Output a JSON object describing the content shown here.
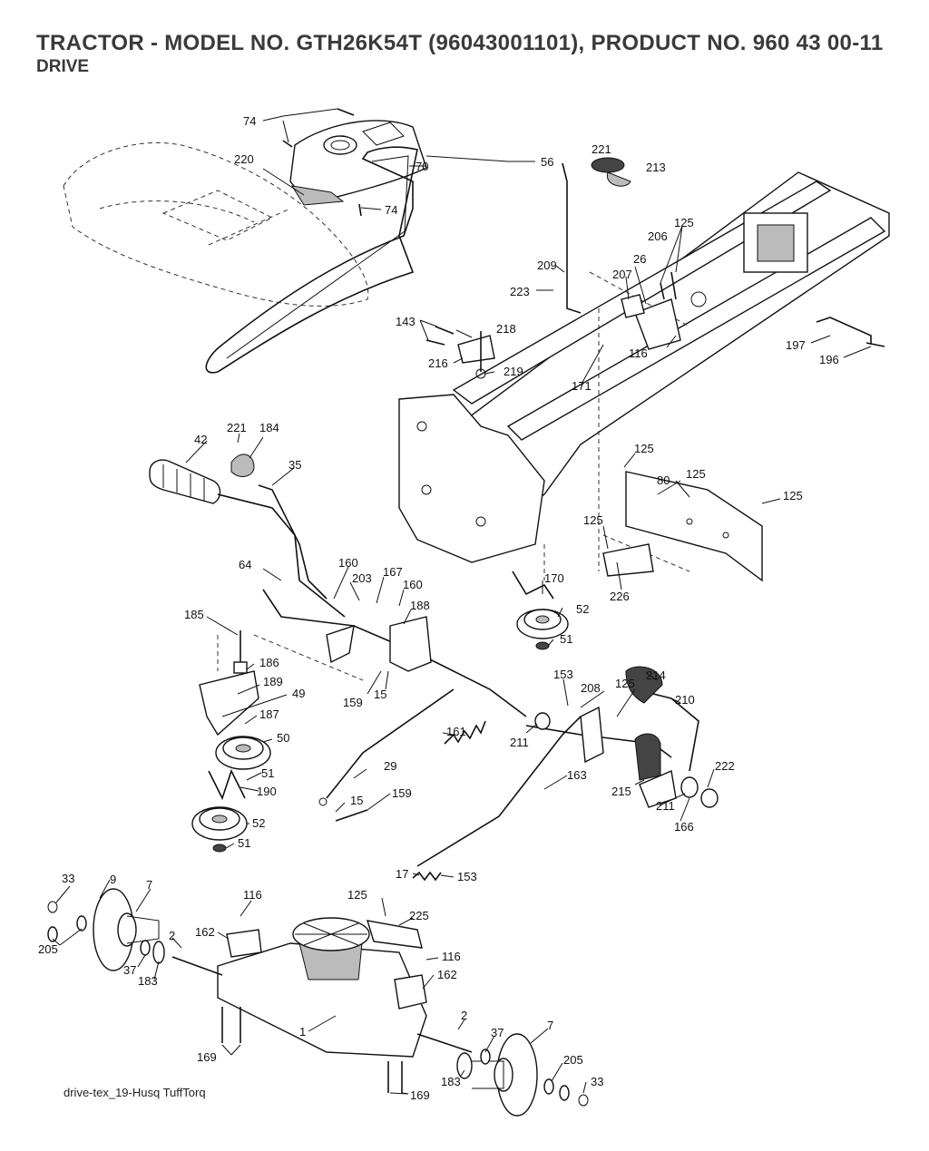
{
  "header": {
    "title": "TRACTOR - MODEL NO. GTH26K54T (96043001101), PRODUCT NO. 960 43 00-11",
    "subtitle": "DRIVE"
  },
  "footer": {
    "source_note": "drive-tex_19-Husq TuffTorq"
  },
  "callouts": {
    "c74a": "74",
    "c70": "70",
    "c220": "220",
    "c74b": "74",
    "c56": "56",
    "c221a": "221",
    "c213": "213",
    "c125a": "125",
    "c206": "206",
    "c209": "209",
    "c26": "26",
    "c207": "207",
    "c223": "223",
    "c143": "143",
    "c218": "218",
    "c116a": "116",
    "c197": "197",
    "c196": "196",
    "c216": "216",
    "c219": "219",
    "c171": "171",
    "c221b": "221",
    "c184": "184",
    "c42": "42",
    "c35": "35",
    "c125b": "125",
    "c80": "80",
    "c125c": "125",
    "c125d": "125",
    "c125e": "125",
    "c226": "226",
    "c64": "64",
    "c160a": "160",
    "c203": "203",
    "c167": "167",
    "c160b": "160",
    "c170": "170",
    "c52a": "52",
    "c188": "188",
    "c51a": "51",
    "c185": "185",
    "c186": "186",
    "c189": "189",
    "c49": "49",
    "c159a": "159",
    "c15a": "15",
    "c153a": "153",
    "c208": "208",
    "c125f": "125",
    "c214": "214",
    "c210": "210",
    "c187": "187",
    "c161": "161",
    "c50": "50",
    "c211a": "211",
    "c29": "29",
    "c51b": "51",
    "c190": "190",
    "c163": "163",
    "c222": "222",
    "c215": "215",
    "c211b": "211",
    "c15b": "15",
    "c159b": "159",
    "c166": "166",
    "c52b": "52",
    "c51c": "51",
    "c17": "17",
    "c153b": "153",
    "c33a": "33",
    "c9": "9",
    "c7a": "7",
    "c116b": "116",
    "c125g": "125",
    "c225": "225",
    "c162a": "162",
    "c205a": "205",
    "c2a": "2",
    "c116c": "116",
    "c37a": "37",
    "c162b": "162",
    "c183a": "183",
    "c1": "1",
    "c2b": "2",
    "c37b": "37",
    "c7b": "7",
    "c169a": "169",
    "c205b": "205",
    "c183b": "183",
    "c33b": "33",
    "c169b": "169"
  }
}
